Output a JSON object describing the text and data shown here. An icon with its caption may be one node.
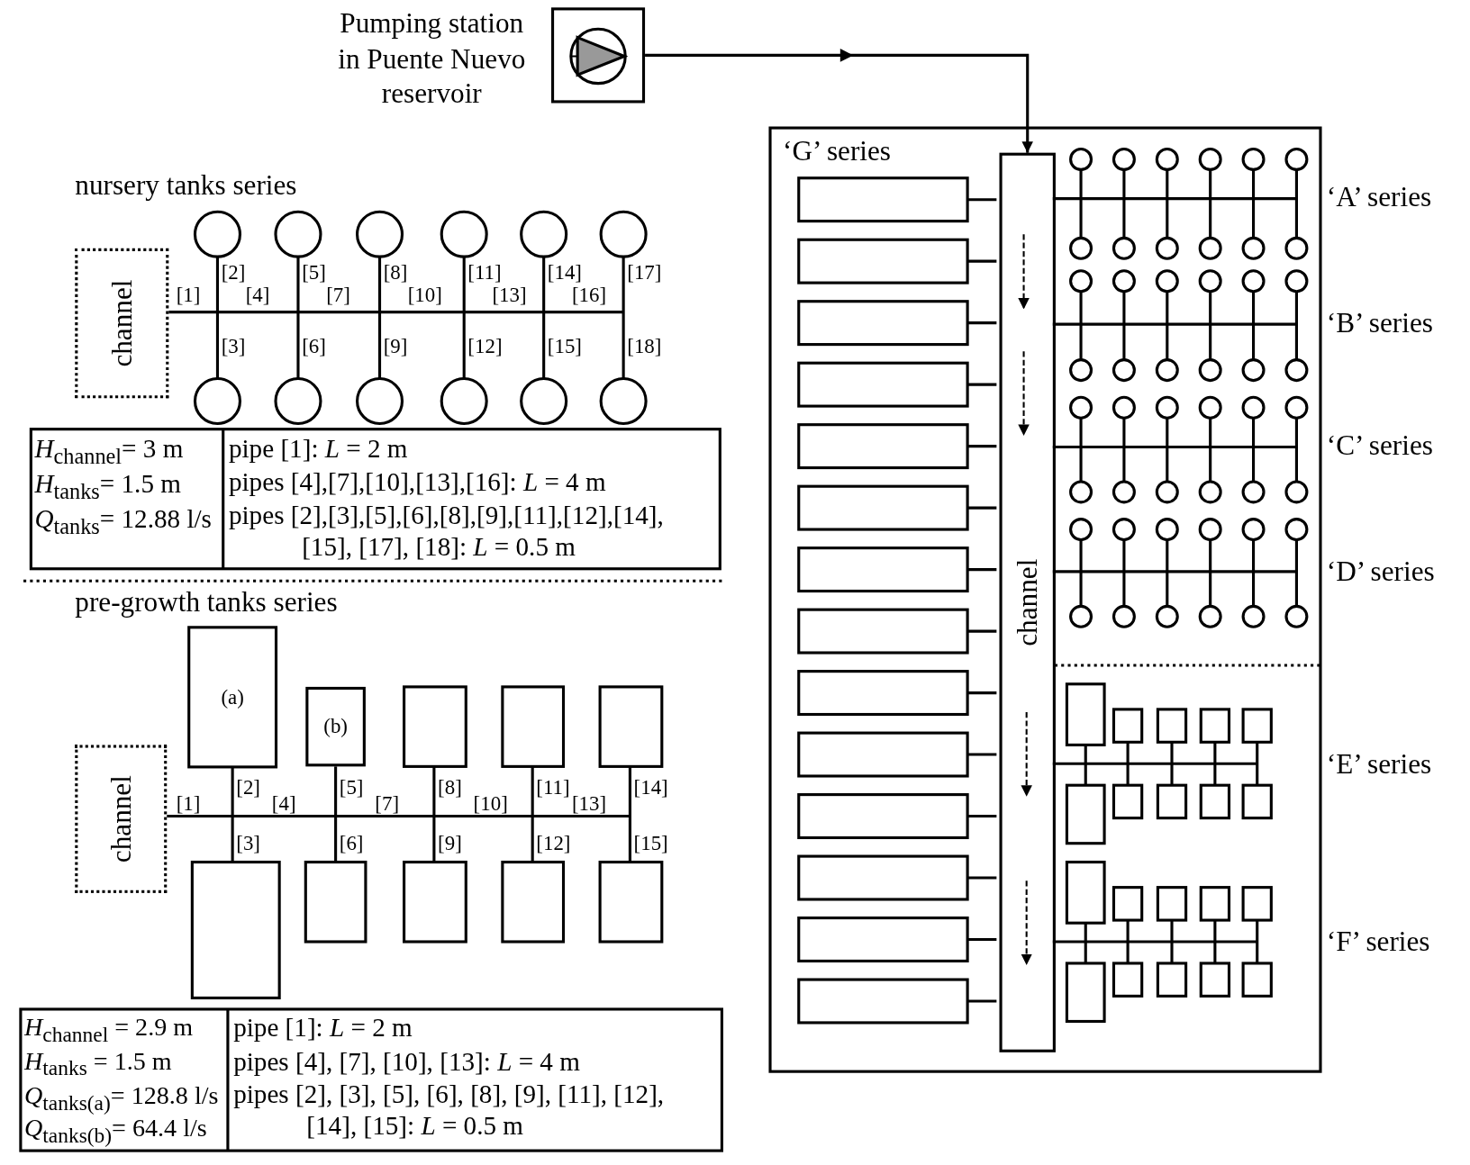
{
  "diagram": {
    "nodes": [
      {
        "text": [],
        "shape": "box",
        "beside": [
          "Pumping station in Puente Nuevo reservoir"
        ]
      },
      {
        "text": [],
        "shape": "box"
      },
      {
        "text": [
          "channel"
        ],
        "in": 1
      },
      {
        "text": [
          "channel"
        ]
      },
      {
        "text": [
          "channel"
        ]
      },
      {
        "text": [
          "(a)"
        ]
      },
      {
        "text": [
          "(b)"
        ]
      }
    ],
    "edges": [
      {
        "from": 0,
        "to": 2,
        "arrow": "to"
      }
    ],
    "labels": [
      "nursery tanks series",
      "[1]",
      "[2]",
      "[3]",
      "[4]",
      "[5]",
      "[6]",
      "[7]",
      "[8]",
      "[9]",
      "[10]",
      "[11]",
      "[12]",
      "[13]",
      "[14]",
      "[15]",
      "[16]",
      "[17]",
      "[18]",
      "*H*$_{channel}$= 3 m",
      "*H*$_{tanks}$= 1.5 m",
      "*Q*$_{tanks}$= 12.88 l/s",
      "pipe [1]: *L* = 2 m",
      "pipes [4],[7],[10],[13],[16]: *L* = 4 m",
      "pipes [2],[3],[5],[6],[8],[9],[11],[12],[14], [15], [17], [18]: *L* = 0.5 m",
      "pre-growth tanks series",
      "[1]",
      "[2]",
      "[3]",
      "[4]",
      "[5]",
      "[6]",
      "[7]",
      "[8]",
      "[9]",
      "[10]",
      "[11]",
      "[12]",
      "[13]",
      "[14]",
      "[15]",
      "*H*$_{channel}$ = 2.9 m",
      "*H*$_{tanks}$ = 1.5 m",
      "*Q*$_{tanks(a)}$= 128.8 l/s",
      "*Q*$_{tanks(b)}$= 64.4 l/s",
      "pipe [1]: *L* = 2 m",
      "pipes [4], [7], [10], [13]: *L* = 4 m",
      "pipes [2], [3], [5], [6], [8], [9], [11], [12], [14], [15]: *L* = 0.5 m",
      "‘G’ series",
      "‘A’ series",
      "‘B’ series",
      "‘C’ series",
      "‘D’ series",
      "‘E’ series",
      "‘F’ series"
    ]
  }
}
